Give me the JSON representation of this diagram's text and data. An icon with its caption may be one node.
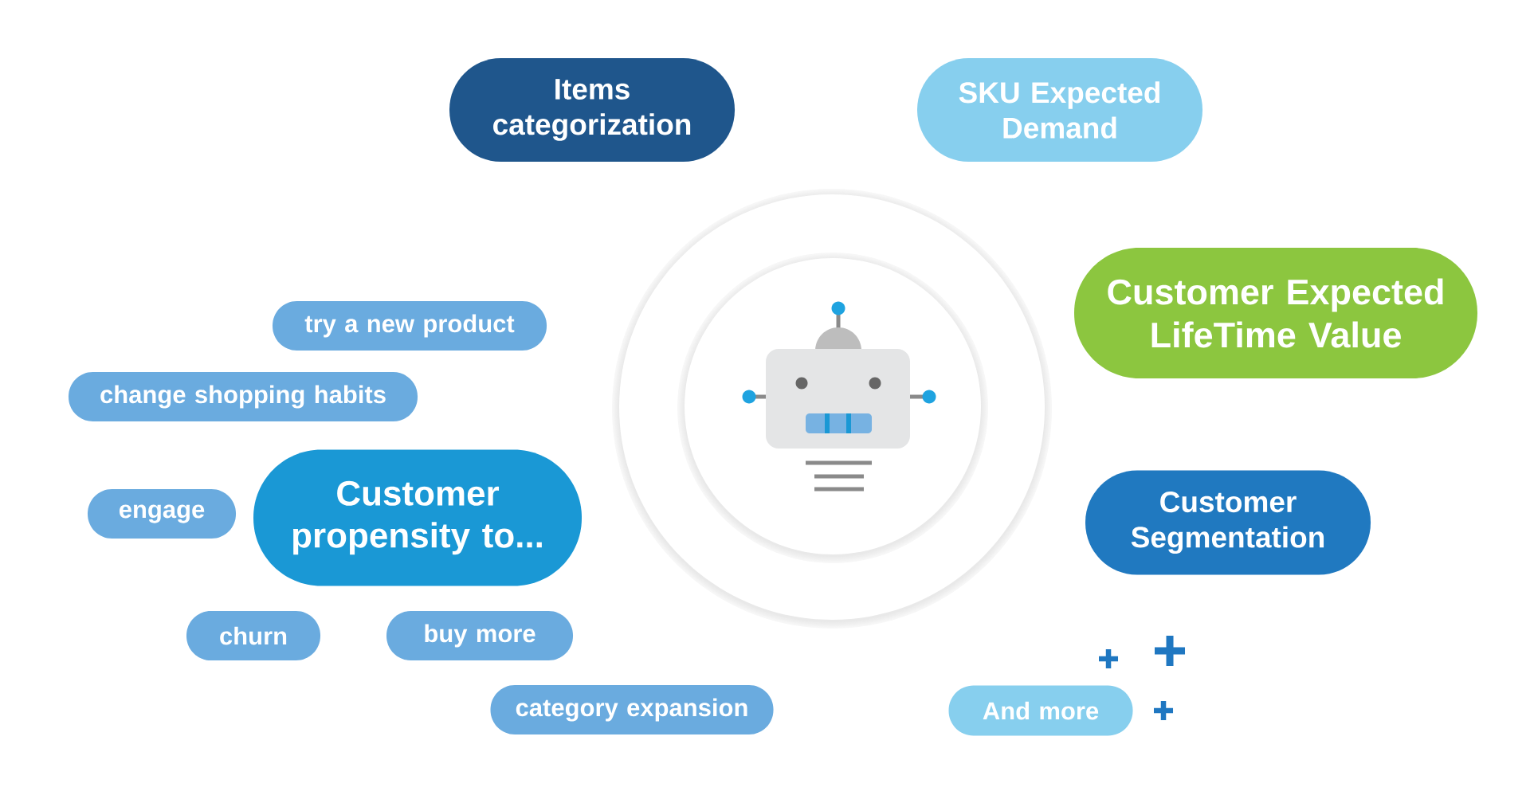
{
  "diagram": {
    "nodes": [
      {
        "text": [
          "Items categorization"
        ]
      },
      {
        "text": [
          "SKU Expected Demand"
        ]
      },
      {
        "text": [
          "Customer Expected LifeTime Value"
        ]
      },
      {
        "text": [
          "try a new product"
        ]
      },
      {
        "text": [
          "change shopping habits"
        ]
      },
      {
        "text": [
          "Customer propensity to..."
        ]
      },
      {
        "text": [
          "engage"
        ]
      },
      {
        "text": [
          "Customer Segmentation"
        ]
      },
      {
        "text": [
          "churn"
        ]
      },
      {
        "text": [
          "buy more"
        ]
      },
      {
        "text": [
          "category expansion"
        ]
      },
      {
        "text": [
          "And more"
        ]
      }
    ]
  }
}
